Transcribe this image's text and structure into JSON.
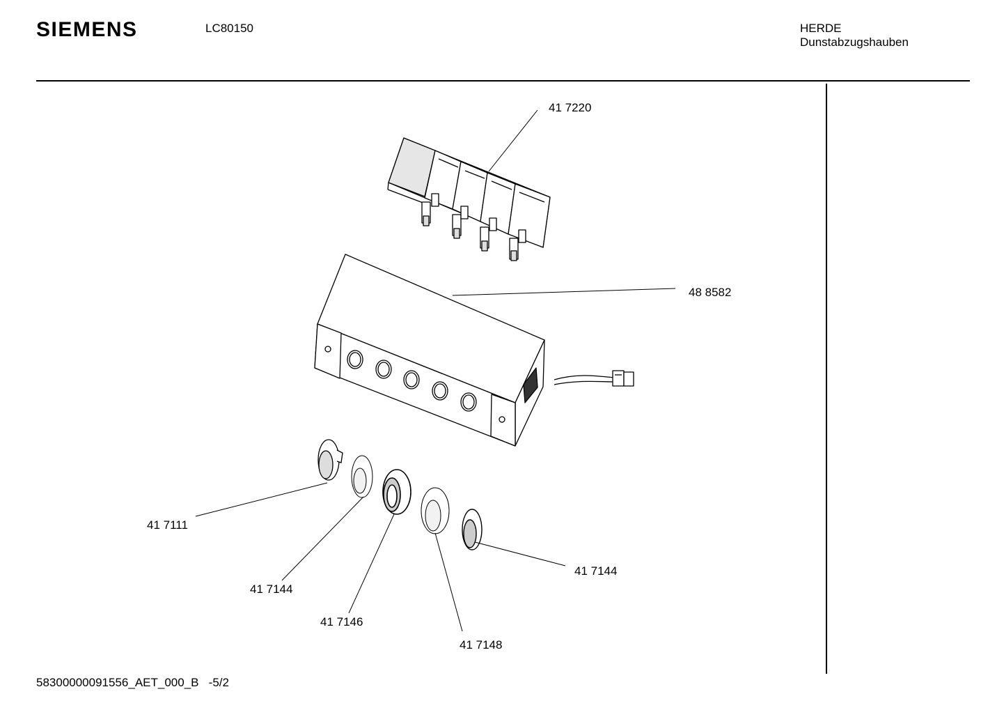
{
  "header": {
    "brand": "SIEMENS",
    "model": "LC80150",
    "category_line1": "HERDE",
    "category_line2": "Dunstabzugshauben"
  },
  "parts": [
    {
      "id": "part-417220",
      "number": "41 7220"
    },
    {
      "id": "part-488582",
      "number": "48 8582"
    },
    {
      "id": "part-417111",
      "number": "41 7111"
    },
    {
      "id": "part-417144-a",
      "number": "41 7144"
    },
    {
      "id": "part-417146",
      "number": "41 7146"
    },
    {
      "id": "part-417148",
      "number": "41 7148"
    },
    {
      "id": "part-417144-b",
      "number": "41 7144"
    }
  ],
  "footer": {
    "document_id": "58300000091556_AET_000_B   -5/2"
  }
}
